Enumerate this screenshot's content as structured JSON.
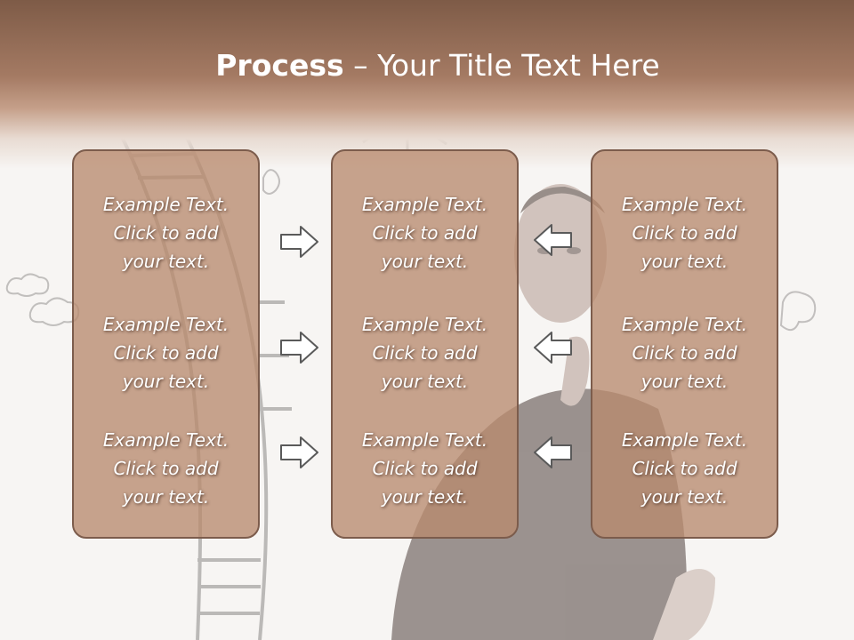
{
  "title": {
    "bold": "Process",
    "rest": " – Your Title Text Here"
  },
  "columns": [
    {
      "items": [
        {
          "line1": "Example Text.",
          "line2": "Click  to add",
          "line3": "your text."
        },
        {
          "line1": "Example Text.",
          "line2": "Click  to add",
          "line3": "your text."
        },
        {
          "line1": "Example Text.",
          "line2": "Click  to add",
          "line3": "your text."
        }
      ]
    },
    {
      "items": [
        {
          "line1": "Example Text.",
          "line2": "Click  to add",
          "line3": "your text."
        },
        {
          "line1": "Example Text.",
          "line2": "Click  to add",
          "line3": "your text."
        },
        {
          "line1": "Example Text.",
          "line2": "Click  to add",
          "line3": "your text."
        }
      ]
    },
    {
      "items": [
        {
          "line1": "Example Text.",
          "line2": "Click  to add",
          "line3": "your text."
        },
        {
          "line1": "Example Text.",
          "line2": "Click  to add",
          "line3": "your text."
        },
        {
          "line1": "Example Text.",
          "line2": "Click  to add",
          "line3": "your text."
        }
      ]
    }
  ],
  "arrows": {
    "left_group": "right-arrow-icon",
    "right_group": "left-arrow-icon"
  },
  "colors": {
    "header": "#a47a63",
    "box_fill": "#b88a6e",
    "box_border": "#7c5c4c",
    "text": "#ffffff",
    "arrow_stroke": "#5a5a5a"
  }
}
